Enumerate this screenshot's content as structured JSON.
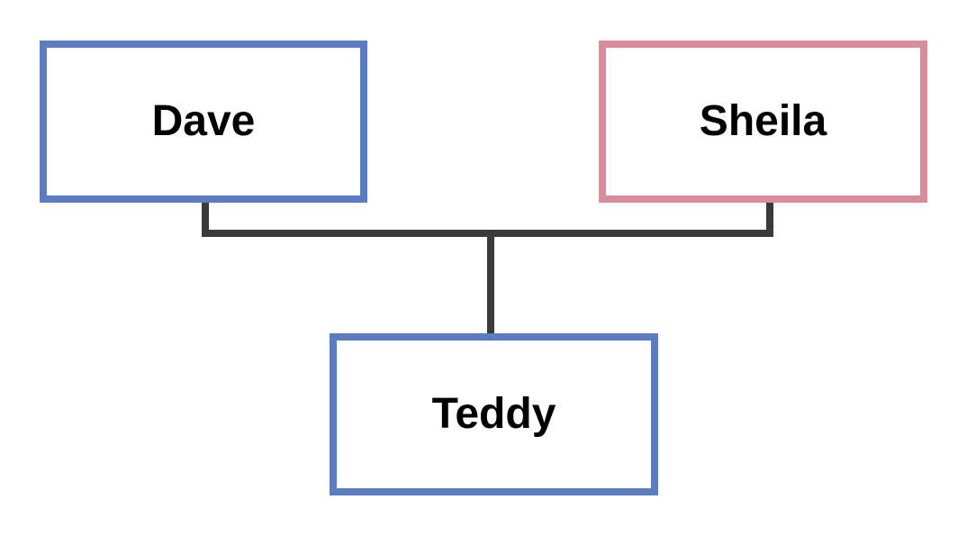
{
  "colors": {
    "male_border": "#5b7bc2",
    "female_border": "#d98c9b",
    "connector": "#3a3a3a",
    "text": "#000000",
    "background": "#ffffff"
  },
  "family_tree": {
    "parents": [
      {
        "name": "Dave",
        "gender": "male"
      },
      {
        "name": "Sheila",
        "gender": "female"
      }
    ],
    "child": {
      "name": "Teddy",
      "gender": "male"
    }
  }
}
